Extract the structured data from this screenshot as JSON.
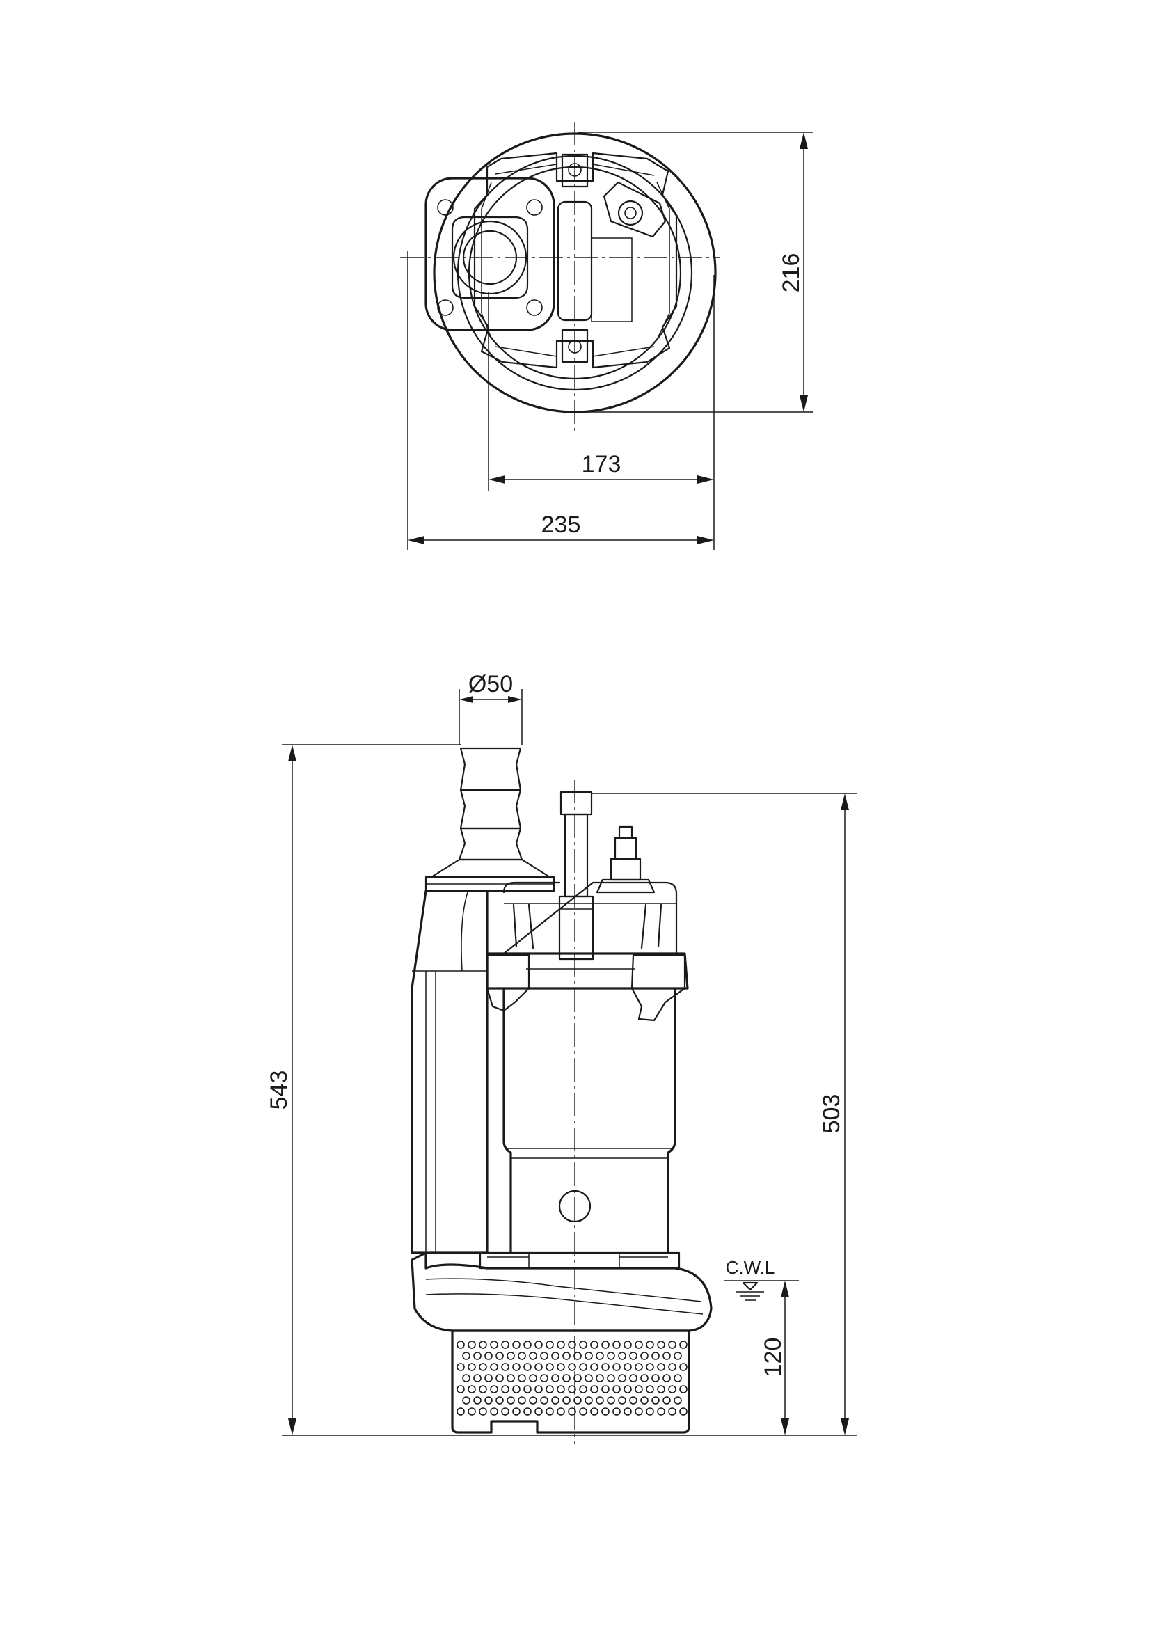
{
  "top_view": {
    "dim_height": "216",
    "dim_inner_width": "173",
    "dim_overall_width": "235"
  },
  "side_view": {
    "dim_outlet_diameter": "Ø50",
    "dim_overall_height": "543",
    "dim_body_height": "503",
    "dim_water_level": "120",
    "water_level_label": "C.W.L"
  }
}
